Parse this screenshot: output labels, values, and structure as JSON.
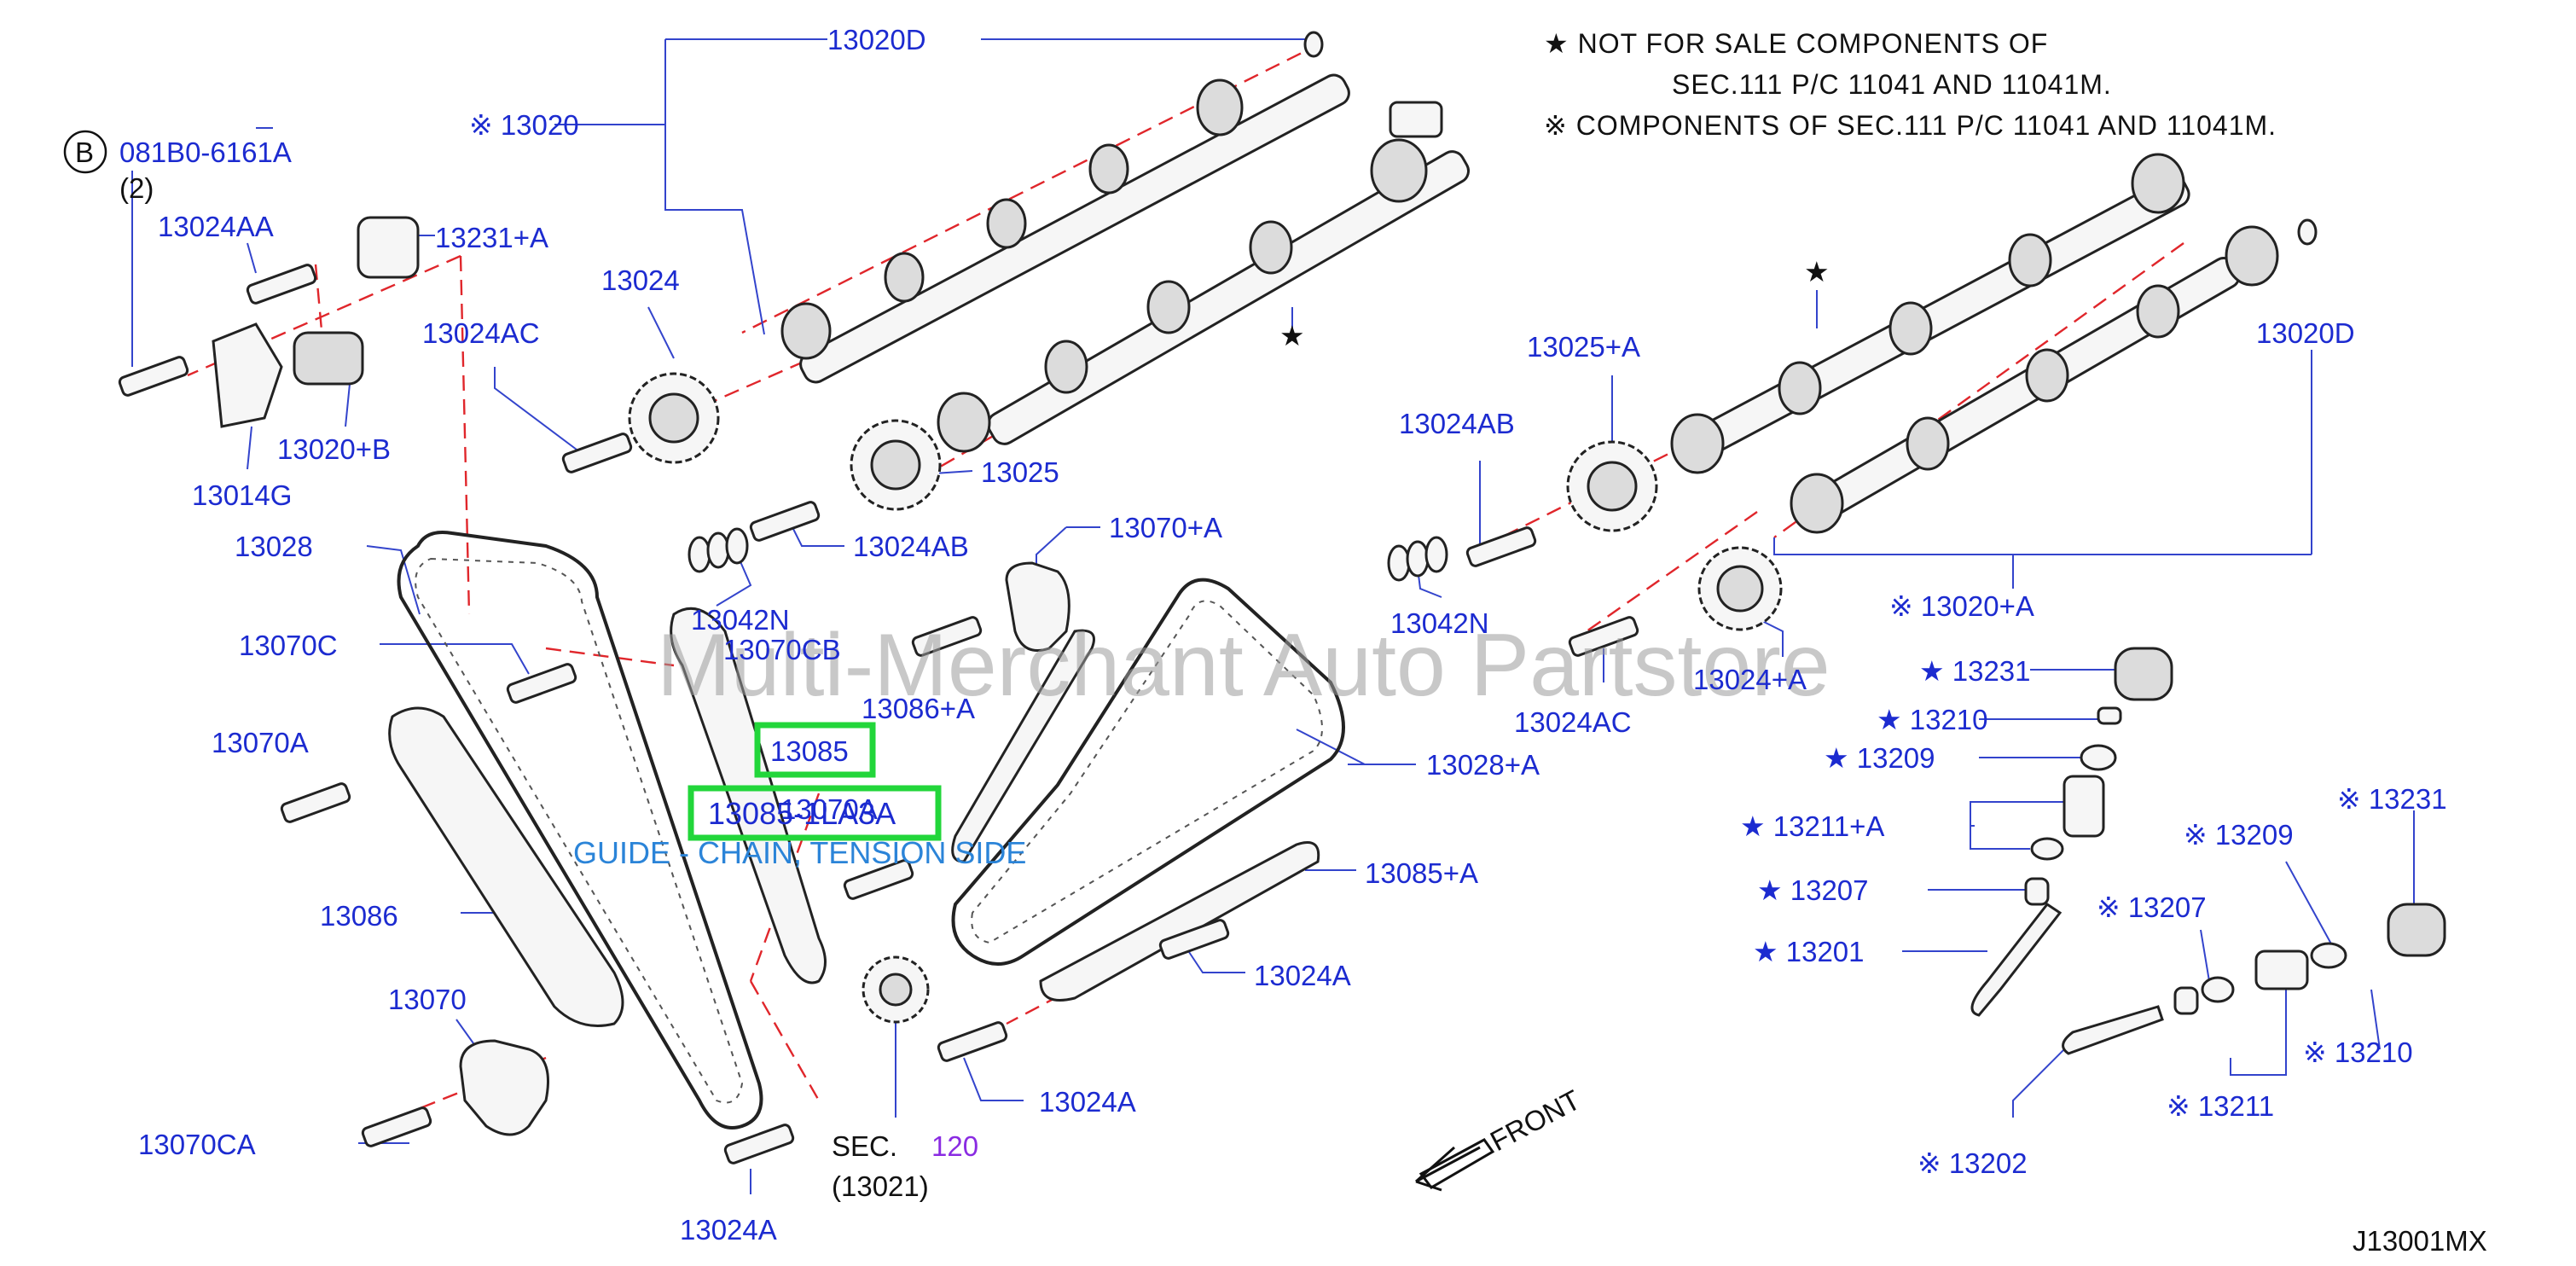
{
  "notes": {
    "line1": "★  NOT  FOR  SALE  COMPONENTS  OF",
    "line2": "SEC.111  P/C  11041  AND  11041M.",
    "line3": "※ COMPONENTS  OF  SEC.111  P/C  11041  AND  11041M."
  },
  "callout": {
    "circle_letter": "B",
    "part": "081B0-6161A",
    "qty": "(2)"
  },
  "labels": {
    "p13020D_top": "13020D",
    "p13020": "※ 13020",
    "p13024AA": "13024AA",
    "p13231A_left": "13231+A",
    "p13024": "13024",
    "p13024AC_left": "13024AC",
    "p13020B": "13020+B",
    "p13014G": "13014G",
    "p13025": "13025",
    "p13024AB_left": "13024AB",
    "p13028": "13028",
    "p13070A_mid": "13070+A",
    "p13042N_left": "13042N",
    "p13070CB": "13070CB",
    "p13070C": "13070C",
    "p13086A": "13086+A",
    "p13070A_left": "13070A",
    "p13085": "13085",
    "p13070A_overlap": "13070A",
    "p13028A": "13028+A",
    "p13085A": "13085+A",
    "p13086": "13086",
    "p13024A_mid": "13024A",
    "p13070": "13070",
    "p13024A_lower": "13024A",
    "p13070CA": "13070CA",
    "sec": "SEC.",
    "sec_num": "120",
    "sec_sub": "(13021)",
    "p13024A_bottom": "13024A",
    "front": "FRONT",
    "p13025A": "13025+A",
    "p13024AB_right": "13024AB",
    "p13020D_right": "13020D",
    "p13042N_right": "13042N",
    "p13024A_plus": "13024+A",
    "p13024AC_right": "13024AC",
    "p13020A": "※ 13020+A",
    "p13231_star": "★ 13231",
    "p13210_star": "★ 13210",
    "p13209_star": "★ 13209",
    "p13211A_star": "★ 13211+A",
    "p13207_star": "★ 13207",
    "p13201_star": "★ 13201",
    "p13209_ref": "※ 13209",
    "p13231_ref": "※ 13231",
    "p13207_ref": "※ 13207",
    "p13210_ref": "※ 13210",
    "p13211_ref": "※ 13211",
    "p13202_ref": "※ 13202",
    "star_a": "★",
    "star_b": "★",
    "code": "J13001MX"
  },
  "highlight": {
    "part_number": "13085",
    "selected": "13085-1LA3A",
    "caption": "GUIDE - CHAIN, TENSION SIDE"
  },
  "watermark": "Multi-Merchant Auto Partstore",
  "colors": {
    "label_blue": "#1c2bd0",
    "highlight_green": "#22d63a",
    "caption_blue": "#2b84d8",
    "sec_purple": "#8a2be2",
    "centerline_red": "#e0262b"
  }
}
